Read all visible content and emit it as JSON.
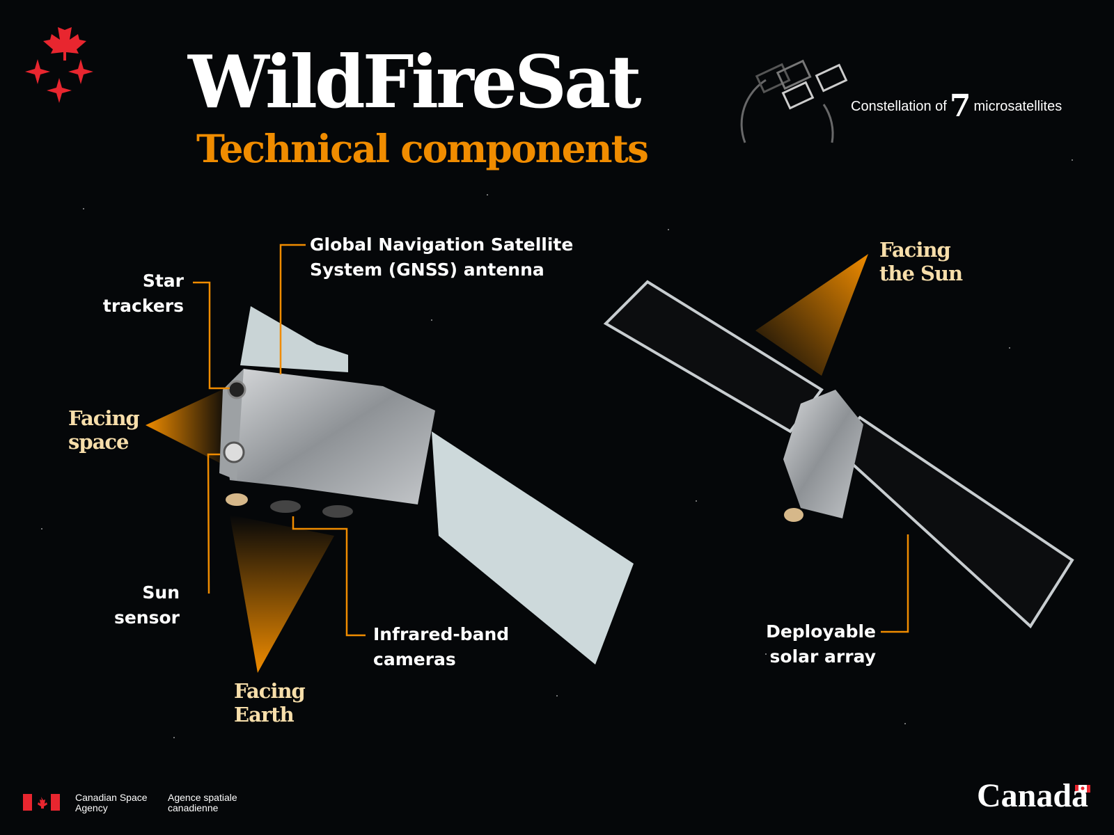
{
  "header": {
    "title": "WildFireSat",
    "subtitle": "Technical components",
    "constellation_prefix": "Constellation of",
    "constellation_count": "7",
    "constellation_suffix": "microsatellites"
  },
  "labels": {
    "gnss": "Global Navigation Satellite\nSystem (GNSS) antenna",
    "star_trackers": "Star\ntrackers",
    "sun_sensor": "Sun\nsensor",
    "infrared": "Infrared-band\ncameras",
    "solar_array": "Deployable\nsolar array",
    "facing_space": "Facing\nspace",
    "facing_earth": "Facing\nEarth",
    "facing_sun": "Facing\nthe Sun"
  },
  "footer": {
    "agency_en": "Canadian Space\nAgency",
    "agency_fr": "Agence spatiale\ncanadienne",
    "wordmark": "Canada"
  },
  "colors": {
    "background": "#050709",
    "accent_orange": "#f08c00",
    "facing_label": "#f7deaa",
    "canada_red": "#e8262f"
  }
}
